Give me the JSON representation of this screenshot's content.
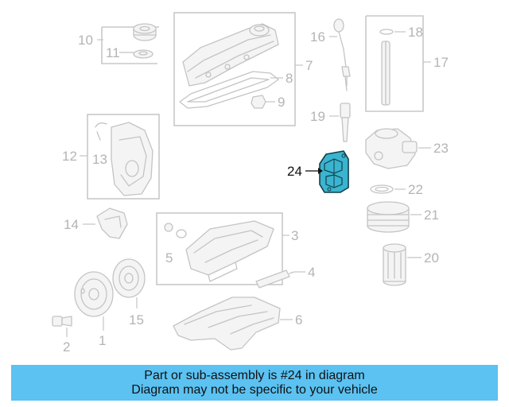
{
  "colors": {
    "highlight_fill": "#3bb4cf",
    "highlight_stroke": "#0f3f4d",
    "part_line": "#c4c4c4",
    "label_gray": "#b4b4b4",
    "banner_bg": "#5bc2f2"
  },
  "callouts": {
    "c1": "1",
    "c2": "2",
    "c3": "3",
    "c4": "4",
    "c5": "5",
    "c6": "6",
    "c7": "7",
    "c8": "8",
    "c9": "9",
    "c10": "10",
    "c11": "11",
    "c12": "12",
    "c13": "13",
    "c14": "14",
    "c15": "15",
    "c16": "16",
    "c17": "17",
    "c18": "18",
    "c19": "19",
    "c20": "20",
    "c21": "21",
    "c22": "22",
    "c23": "23",
    "c24": "24"
  },
  "highlighted_callout": "24",
  "banner": {
    "line1": "Part or sub-assembly is #24 in diagram",
    "line2": "Diagram may not be specific to your vehicle"
  }
}
